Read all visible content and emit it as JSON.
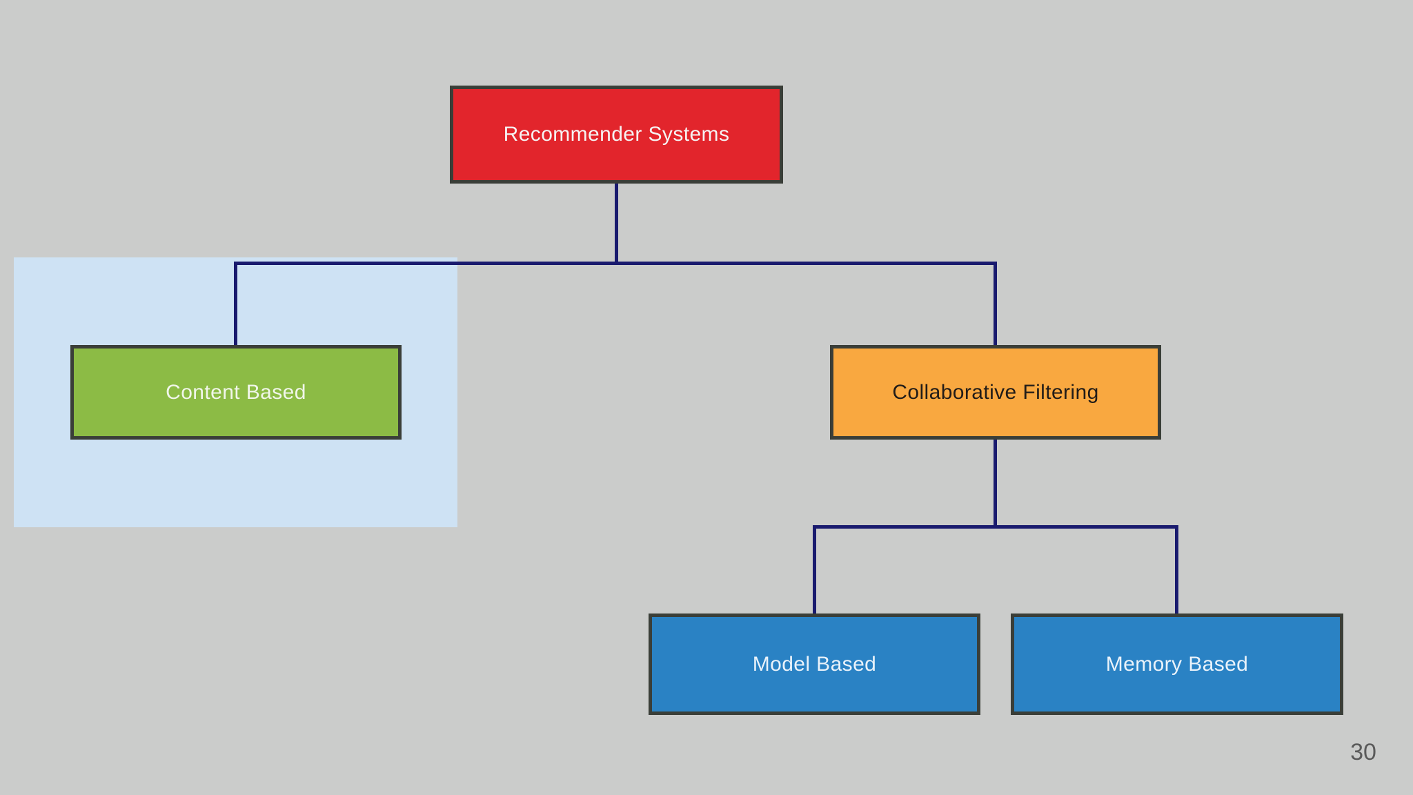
{
  "page_number": "30",
  "colors": {
    "background": "#cbcccb",
    "highlight_panel": "#cee2f4",
    "connector": "#191a6e",
    "node_border": "#3a3e38",
    "page_number_color": "#5a5a5a"
  },
  "tree": {
    "type": "hierarchy",
    "root": {
      "label": "Recommender Systems",
      "fill": "#e2252c",
      "text_color": "#f6f2f2"
    },
    "children": [
      {
        "label": "Content Based",
        "fill": "#8cbb45",
        "text_color": "#f1f6ea",
        "highlighted": true
      },
      {
        "label": "Collaborative Filtering",
        "fill": "#f9a840",
        "text_color": "#211c18",
        "children": [
          {
            "label": "Model Based",
            "fill": "#2a82c4",
            "text_color": "#e9f2fa"
          },
          {
            "label": "Memory Based",
            "fill": "#2a82c4",
            "text_color": "#e9f2fa"
          }
        ]
      }
    ]
  }
}
